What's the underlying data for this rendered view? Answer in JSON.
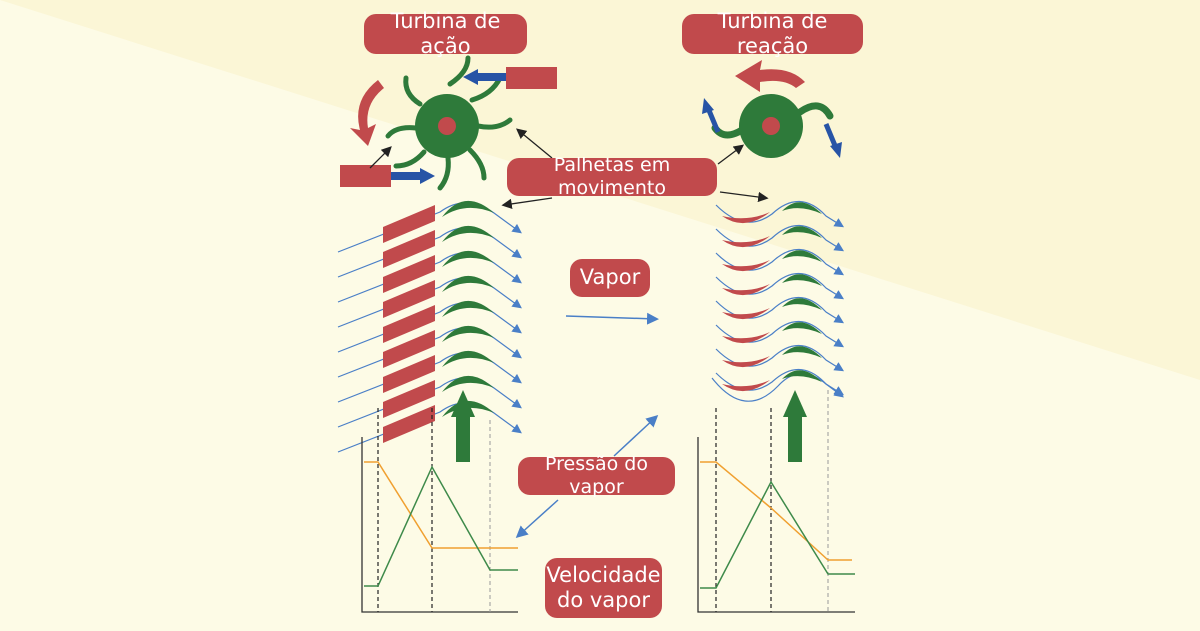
{
  "labels": {
    "impulse_turbine": "Turbina de ação",
    "reaction_turbine": "Turbina de reação",
    "moving_blades": "Palhetas em movimento",
    "steam": "Vapor",
    "steam_pressure": "Pressão do vapor",
    "steam_velocity_line1": "Velocidade",
    "steam_velocity_line2": "do vapor"
  },
  "colors": {
    "background_light": "#fdfbe6",
    "background_dark": "#fbf6d6",
    "label_bg": "#c14a4c",
    "blade_green": "#2e7a3a",
    "nozzle_red": "#c14a4c",
    "arrow_blue": "#2754a6",
    "steam_line": "#4a7fc7",
    "pressure_line": "#f0a030",
    "velocity_line": "#3e8a4a",
    "axis": "#333333"
  },
  "icons": [
    "impulse-rotor-icon",
    "reaction-rotor-icon",
    "rotation-arrow-icon",
    "steam-jet-arrow-icon",
    "blade-motion-arrow-icon"
  ]
}
